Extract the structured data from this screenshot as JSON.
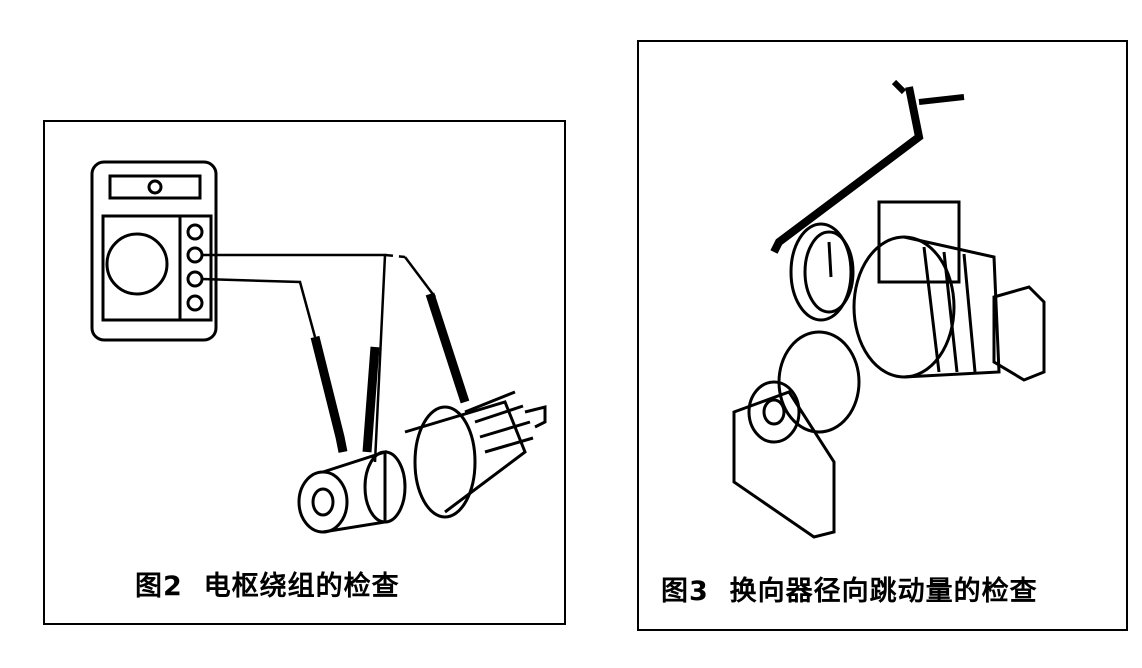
{
  "figures": [
    {
      "number": "图2",
      "caption": "电枢绕组的检查"
    },
    {
      "number": "图3",
      "caption": "换向器径向跳动量的检查"
    }
  ]
}
